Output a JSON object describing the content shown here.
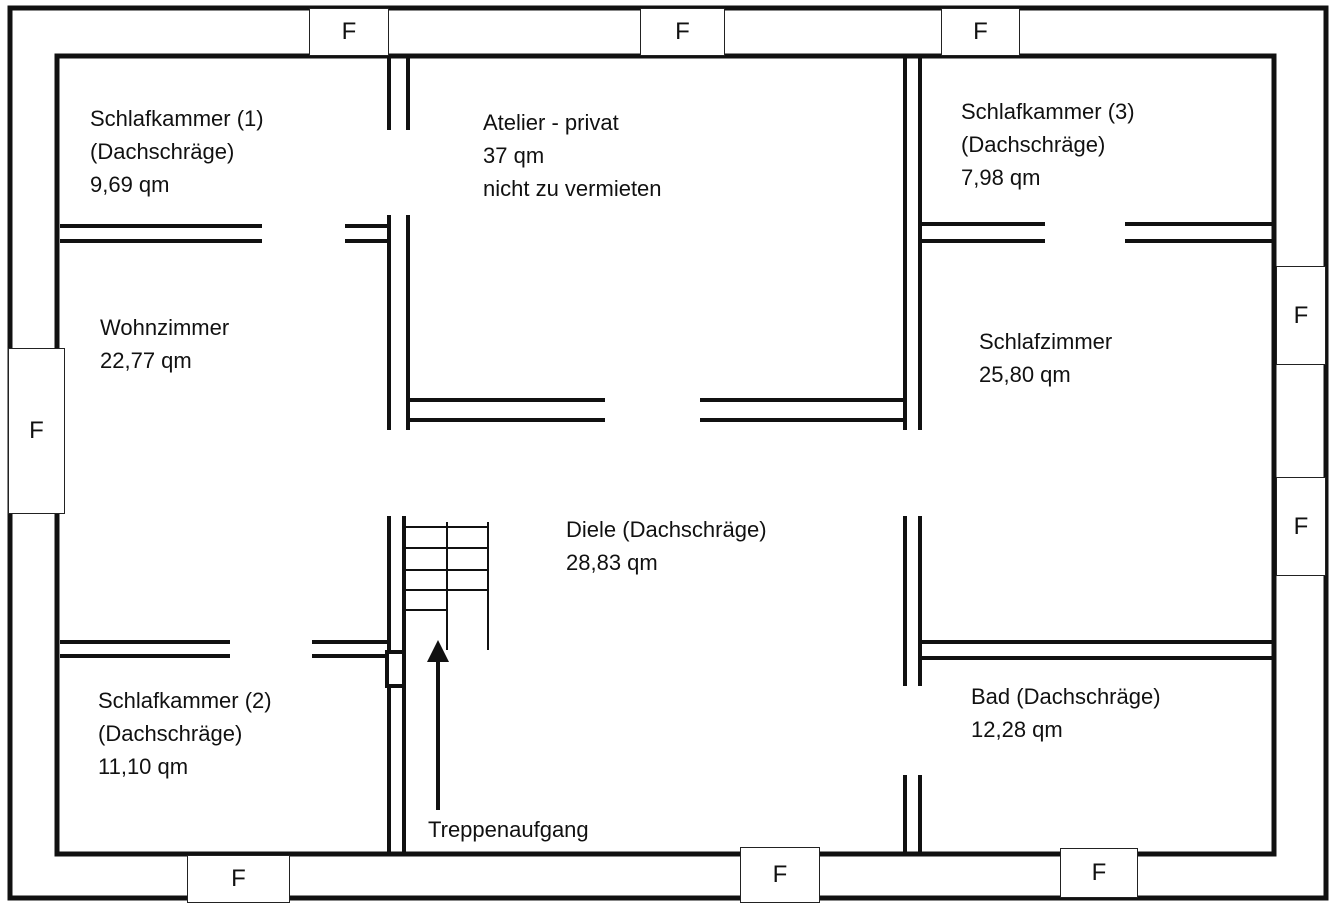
{
  "rooms": {
    "schlafkammer1": [
      "Schlafkammer (1)",
      "(Dachschräge)",
      "9,69 qm"
    ],
    "atelier": [
      "Atelier - privat",
      "37 qm",
      "nicht zu vermieten"
    ],
    "schlafkammer3": [
      "Schlafkammer (3)",
      "(Dachschräge)",
      "7,98 qm"
    ],
    "wohnzimmer": [
      "Wohnzimmer",
      "22,77 qm"
    ],
    "schlafzimmer": [
      "Schlafzimmer",
      "25,80 qm"
    ],
    "diele": [
      "Diele (Dachschräge)",
      "28,83 qm"
    ],
    "schlafkammer2": [
      "Schlafkammer (2)",
      "(Dachschräge)",
      "11,10 qm"
    ],
    "bad": [
      "Bad (Dachschräge)",
      "12,28 qm"
    ]
  },
  "stair_label": "Treppenaufgang",
  "window_label": "F",
  "colors": {
    "wall": "#111111",
    "background": "#ffffff"
  }
}
